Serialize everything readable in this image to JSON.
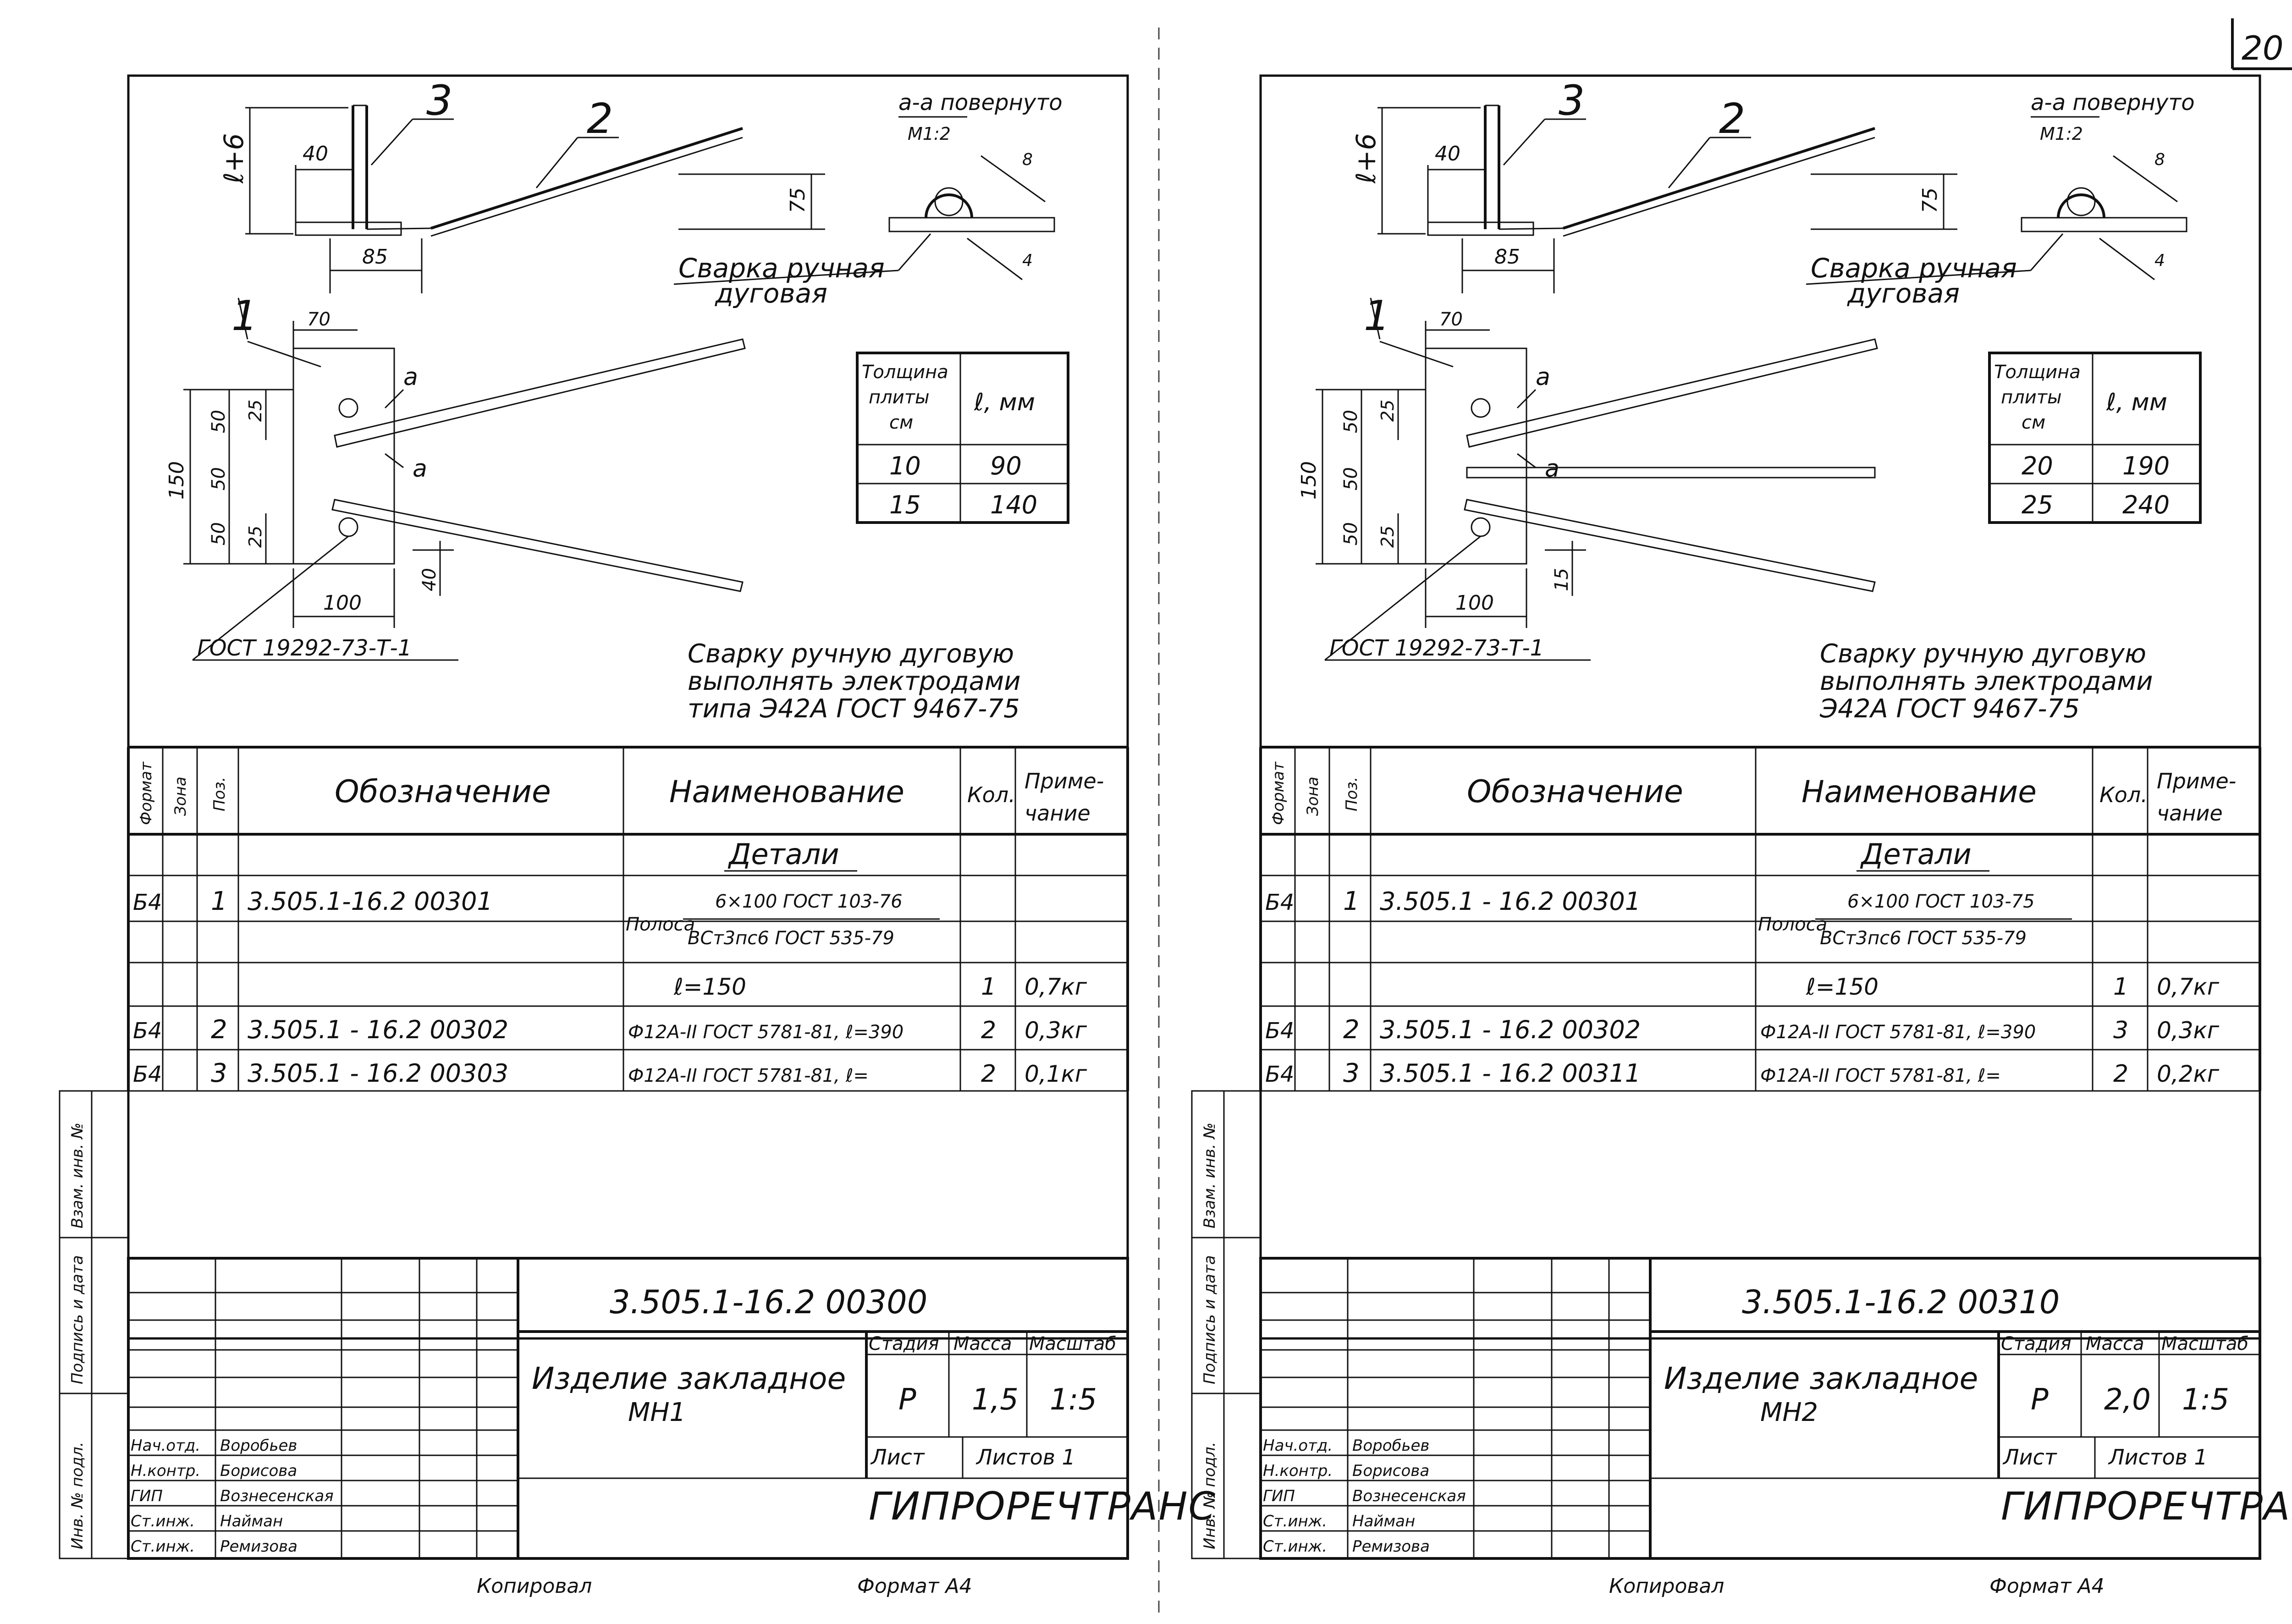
{
  "page_number": "20",
  "sheets": [
    {
      "id": "left",
      "section_label": "а-а повернуто",
      "section_scale": "М1:2",
      "weld_note_1": "Сварка ручная",
      "weld_note_2": "дуговая",
      "callouts": [
        "1",
        "2",
        "3"
      ],
      "dims": {
        "e_plus_6": "ℓ+6",
        "d40": "40",
        "d75": "75",
        "d85": "85",
        "d70": "70",
        "d25a": "25",
        "d50a": "50",
        "d50b": "50",
        "d50c": "50",
        "d25b": "25",
        "d150": "150",
        "d100": "100",
        "d40b": "40",
        "cut_a": "а",
        "weld_a": "а",
        "sec8": "8",
        "sec4": "4"
      },
      "thickness_table": {
        "header1": [
          "Толщина",
          "плиты",
          "см"
        ],
        "header2": "ℓ, мм",
        "rows": [
          [
            "10",
            "90"
          ],
          [
            "15",
            "140"
          ]
        ]
      },
      "gost_ref": "ГОСТ 19292-73-Т-1",
      "weld_instruction": [
        "Сварку ручную дуговую",
        "выполнять электродами",
        "типа Э42А ГОСТ 9467-75"
      ],
      "spec_header": {
        "format": "Формат",
        "zone": "Зона",
        "pos": "Поз.",
        "designation": "Обозначение",
        "name": "Наименование",
        "qty": "Кол.",
        "note1": "Приме-",
        "note2": "чание"
      },
      "spec_section": "Детали",
      "spec_rows": [
        {
          "format": "Б4",
          "pos": "1",
          "designation": "3.505.1-16.2   00301",
          "name_prefix": "Полоса",
          "name_top": "6×100 ГОСТ 103-76",
          "name_bottom": "ВСт3пс6 ГОСТ 535-79",
          "qty": "",
          "note": ""
        },
        {
          "format": "",
          "pos": "",
          "designation": "",
          "name": "ℓ=150",
          "qty": "1",
          "note": "0,7кг"
        },
        {
          "format": "Б4",
          "pos": "2",
          "designation": "3.505.1 - 16.2   00302",
          "name": "Ф12А-II ГОСТ 5781-81, ℓ=390",
          "qty": "2",
          "note": "0,3кг"
        },
        {
          "format": "Б4",
          "pos": "3",
          "designation": "3.505.1 - 16.2   00303",
          "name": "Ф12А-II ГОСТ 5781-81, ℓ=",
          "qty": "2",
          "note": "0,1кг"
        }
      ],
      "side_labels": [
        "Взам. инв. №",
        "Подпись и дата",
        "Инв. № подл."
      ],
      "doc_number": "3.505.1-16.2      00300",
      "title_1": "Изделие закладное",
      "title_2": "МН1",
      "stage_h": "Стадия",
      "mass_h": "Масса",
      "scale_h": "Масштаб",
      "stage": "Р",
      "mass": "1,5",
      "scale": "1:5",
      "sheet_h": "Лист",
      "sheets_h": "Листов 1",
      "org": "ГИПРОРЕЧТРАНС",
      "signers": [
        [
          "Нач.отд.",
          "Воробьев"
        ],
        [
          "Н.контр.",
          "Борисова"
        ],
        [
          "ГИП",
          "Вознесенская"
        ],
        [
          "Ст.инж.",
          "Найман"
        ],
        [
          "Ст.инж.",
          "Ремизова"
        ]
      ],
      "copied": "Копировал",
      "format": "Формат А4"
    },
    {
      "id": "right",
      "section_label": "а-а повернуто",
      "section_scale": "М1:2",
      "weld_note_1": "Сварка ручная",
      "weld_note_2": "дуговая",
      "callouts": [
        "1",
        "2",
        "3"
      ],
      "dims": {
        "e_plus_6": "ℓ+6",
        "d40": "40",
        "d75": "75",
        "d85": "85",
        "d70": "70",
        "d25a": "25",
        "d50a": "50",
        "d50b": "50",
        "d50c": "50",
        "d25b": "25",
        "d150": "150",
        "d100": "100",
        "d40b": "15",
        "cut_a": "а",
        "weld_a": "а",
        "sec8": "8",
        "sec4": "4"
      },
      "thickness_table": {
        "header1": [
          "Толщина",
          "плиты",
          "см"
        ],
        "header2": "ℓ, мм",
        "rows": [
          [
            "20",
            "190"
          ],
          [
            "25",
            "240"
          ]
        ]
      },
      "gost_ref": "ГОСТ 19292-73-Т-1",
      "weld_instruction": [
        "Сварку ручную дуговую",
        "выполнять электродами",
        "Э42А ГОСТ 9467-75"
      ],
      "spec_header": {
        "format": "Формат",
        "zone": "Зона",
        "pos": "Поз.",
        "designation": "Обозначение",
        "name": "Наименование",
        "qty": "Кол.",
        "note1": "Приме-",
        "note2": "чание"
      },
      "spec_section": "Детали",
      "spec_rows": [
        {
          "format": "Б4",
          "pos": "1",
          "designation": "3.505.1 - 16.2   00301",
          "name_prefix": "Полоса",
          "name_top": "6×100 ГОСТ 103-75",
          "name_bottom": "ВСт3пс6 ГОСТ 535-79",
          "qty": "",
          "note": ""
        },
        {
          "format": "",
          "pos": "",
          "designation": "",
          "name": "ℓ=150",
          "qty": "1",
          "note": "0,7кг"
        },
        {
          "format": "Б4",
          "pos": "2",
          "designation": "3.505.1 - 16.2   00302",
          "name": "Ф12А-II ГОСТ 5781-81, ℓ=390",
          "qty": "3",
          "note": "0,3кг"
        },
        {
          "format": "Б4",
          "pos": "3",
          "designation": "3.505.1 - 16.2   00311",
          "name": "Ф12А-II ГОСТ 5781-81, ℓ=",
          "qty": "2",
          "note": "0,2кг"
        }
      ],
      "side_labels": [
        "Взам. инв. №",
        "Подпись и дата",
        "Инв. № подл."
      ],
      "doc_number": "3.505.1-16.2   00310",
      "title_1": "Изделие закладное",
      "title_2": "МН2",
      "stage_h": "Стадия",
      "mass_h": "Масса",
      "scale_h": "Масштаб",
      "stage": "Р",
      "mass": "2,0",
      "scale": "1:5",
      "sheet_h": "Лист",
      "sheets_h": "Листов 1",
      "org": "ГИПРОРЕЧТРАНС",
      "signers": [
        [
          "Нач.отд.",
          "Воробьев"
        ],
        [
          "Н.контр.",
          "Борисова"
        ],
        [
          "ГИП",
          "Вознесенская"
        ],
        [
          "Ст.инж.",
          "Найман"
        ],
        [
          "Ст.инж.",
          "Ремизова"
        ]
      ],
      "copied": "Копировал",
      "format": "Формат А4"
    }
  ]
}
